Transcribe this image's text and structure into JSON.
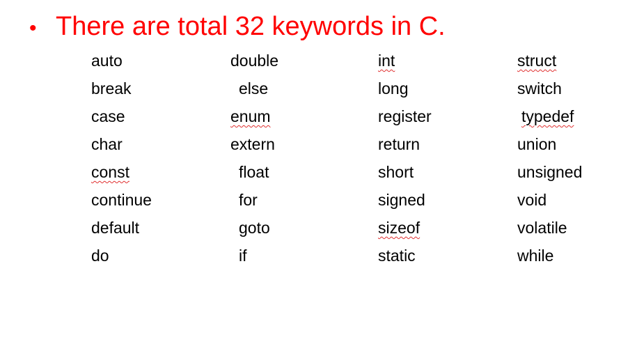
{
  "heading": {
    "bullet": "•",
    "text": "There are total 32 keywords in C.",
    "color": "#ff0000"
  },
  "columns": [
    [
      "auto",
      "break",
      "case",
      "char",
      "const",
      "continue",
      "default",
      "do"
    ],
    [
      "double",
      "else",
      "enum",
      "extern",
      "float",
      "for",
      "goto",
      "if"
    ],
    [
      "int",
      "long",
      "register",
      "return",
      "short",
      "signed",
      "sizeof",
      "static"
    ],
    [
      "struct",
      "switch",
      "typedef",
      "union",
      "unsigned",
      "void",
      "volatile",
      "while"
    ]
  ]
}
